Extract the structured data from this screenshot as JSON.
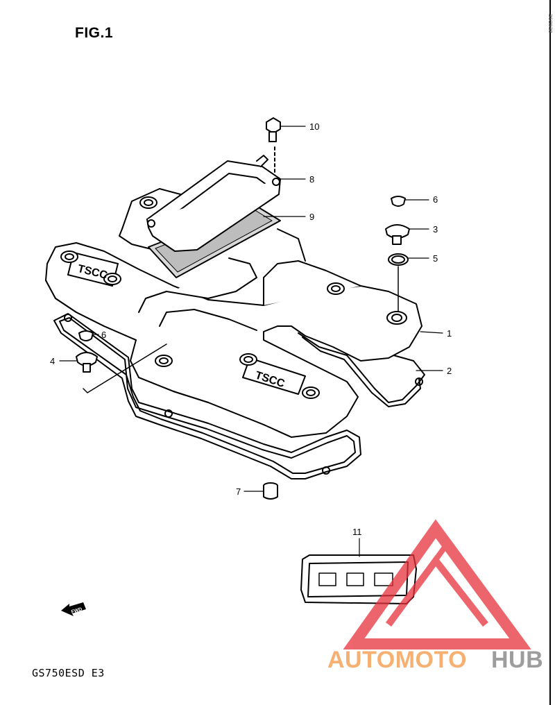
{
  "figure": {
    "title": "FIG.1",
    "model": "GS750ESD E3",
    "side_code": "8E6D5E"
  },
  "parts": [
    {
      "number": "1",
      "name": "cylinder-head-cover"
    },
    {
      "number": "2",
      "name": "cover-gasket"
    },
    {
      "number": "3",
      "name": "cap-bolt"
    },
    {
      "number": "4",
      "name": "cap-bolt"
    },
    {
      "number": "5",
      "name": "o-ring"
    },
    {
      "number": "6",
      "name": "cap"
    },
    {
      "number": "6",
      "name": "cap"
    },
    {
      "number": "7",
      "name": "dowel-pin"
    },
    {
      "number": "8",
      "name": "breather-cover"
    },
    {
      "number": "9",
      "name": "breather-gasket"
    },
    {
      "number": "10",
      "name": "bolt"
    },
    {
      "number": "11",
      "name": "emblem"
    }
  ],
  "cover_lettering": [
    "TSCC",
    "TSCC"
  ],
  "fwd_label": "FWD",
  "watermark": {
    "text_orange": "AUTOMOTO",
    "text_gray": "HUB",
    "color_orange": "#f5a35a",
    "color_gray": "#8c8c8c",
    "color_red": "#e8323c"
  }
}
